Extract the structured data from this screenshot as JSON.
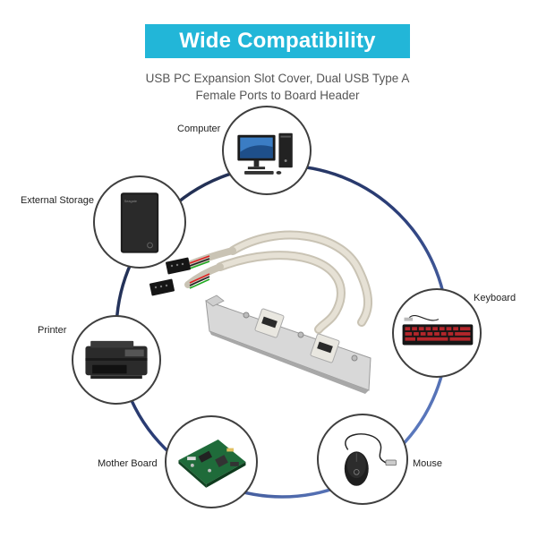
{
  "header": {
    "title": "Wide Compatibility",
    "subtitle_line1": "USB PC Expansion Slot Cover, Dual USB Type A",
    "subtitle_line2": "Female Ports to Board Header"
  },
  "devices": {
    "computer": {
      "label": "Computer",
      "icon": "desktop-computer-icon"
    },
    "external_storage": {
      "label": "External Storage",
      "icon": "external-hard-drive-icon"
    },
    "printer": {
      "label": "Printer",
      "icon": "printer-icon"
    },
    "mother_board": {
      "label": "Mother Board",
      "icon": "motherboard-icon"
    },
    "mouse": {
      "label": "Mouse",
      "icon": "usb-mouse-icon"
    },
    "keyboard": {
      "label": "Keyboard",
      "icon": "gaming-keyboard-icon"
    }
  },
  "product": {
    "icon": "usb-bracket-cable-icon"
  },
  "colors": {
    "banner": "#22b6d8",
    "ring_dark": "#1f2a44",
    "ring_light": "#6d8fd8",
    "bubble_border": "#3f3f3f"
  }
}
